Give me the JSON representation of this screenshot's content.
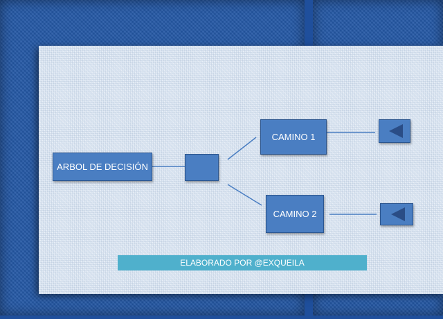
{
  "diagram": {
    "root_label": "ARBOL DE DECISIÓN",
    "decision_label": "",
    "branch1_label": "CAMINO 1",
    "branch2_label": "CAMINO 2",
    "footer": "ELABORADO POR @EXQUEILA"
  },
  "colors": {
    "background": "#1f4f9c",
    "slide": "#dde7f3",
    "node": "#4a7ec2",
    "footer": "#4fb0cc",
    "connector": "#4a7ec2"
  },
  "icons": [
    "left-triangle-icon",
    "left-triangle-icon"
  ]
}
